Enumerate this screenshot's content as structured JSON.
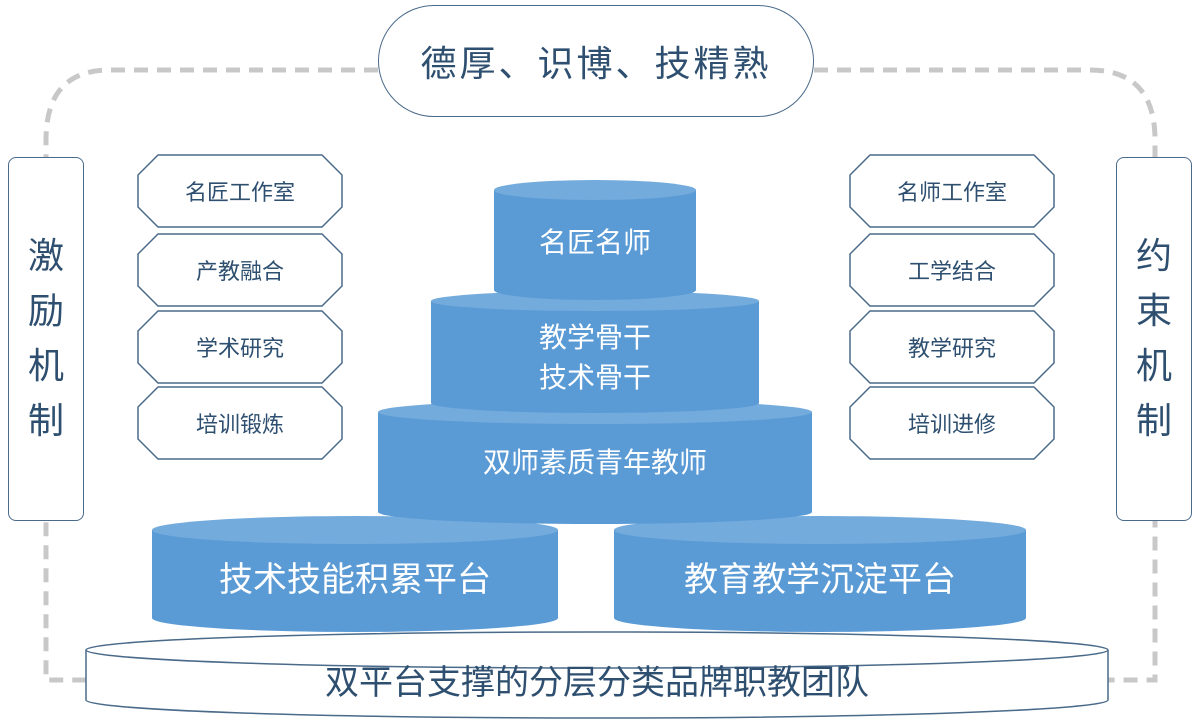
{
  "top": {
    "label": "德厚、识博、技精熟"
  },
  "left_bar": {
    "label": "激励机制"
  },
  "right_bar": {
    "label": "约束机制"
  },
  "left_items": [
    "名匠工作室",
    "产教融合",
    "学术研究",
    "培训锻炼"
  ],
  "right_items": [
    "名师工作室",
    "工学结合",
    "教学研究",
    "培训进修"
  ],
  "pyramid": {
    "tier1": "名匠名师",
    "tier2_line1": "教学骨干",
    "tier2_line2": "技术骨干",
    "tier3": "双师素质青年教师"
  },
  "platforms": {
    "left": "技术技能积累平台",
    "right": "教育教学沉淀平台"
  },
  "base": {
    "label": "双平台支撑的分层分类品牌职教团队"
  },
  "colors": {
    "cylinder_fill": "#5b9bd5",
    "cylinder_top": "#74abdd",
    "outline": "#4a6a8a",
    "text_dark": "#2e4f6f",
    "dashed_line": "#c8c8c8"
  }
}
